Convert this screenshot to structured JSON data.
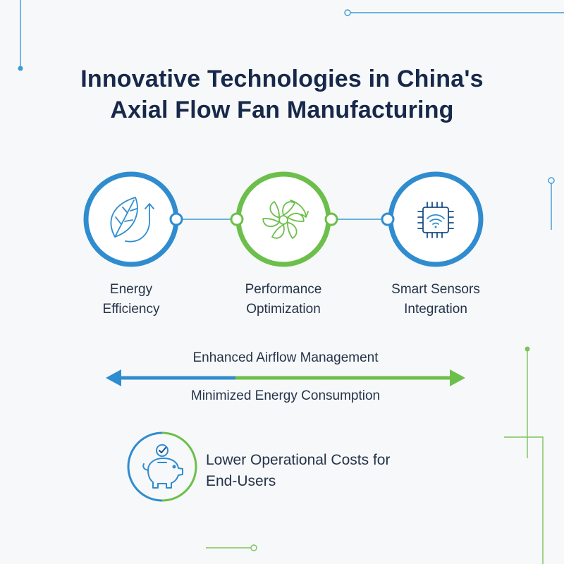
{
  "title": {
    "line1": "Innovative Technologies in China's",
    "line2": "Axial Flow Fan Manufacturing"
  },
  "technologies": [
    {
      "line1": "Energy",
      "line2": "Efficiency",
      "icon": "leaf-cycle-icon",
      "color": "#2f8ccf"
    },
    {
      "line1": "Performance",
      "line2": "Optimization",
      "icon": "fan-icon",
      "color": "#6cbf4a"
    },
    {
      "line1": "Smart Sensors",
      "line2": "Integration",
      "icon": "chip-wifi-icon",
      "color": "#2f8ccf"
    }
  ],
  "benefits": {
    "top": "Enhanced Airflow Management",
    "bottom": "Minimized Energy Consumption"
  },
  "result": {
    "line1": "Lower Operational Costs for",
    "line2": "End-Users",
    "icon": "piggy-bank-check-icon"
  },
  "colors": {
    "blue": "#2f8ccf",
    "green": "#6cbf4a",
    "title": "#17294a",
    "text": "#25344a"
  }
}
